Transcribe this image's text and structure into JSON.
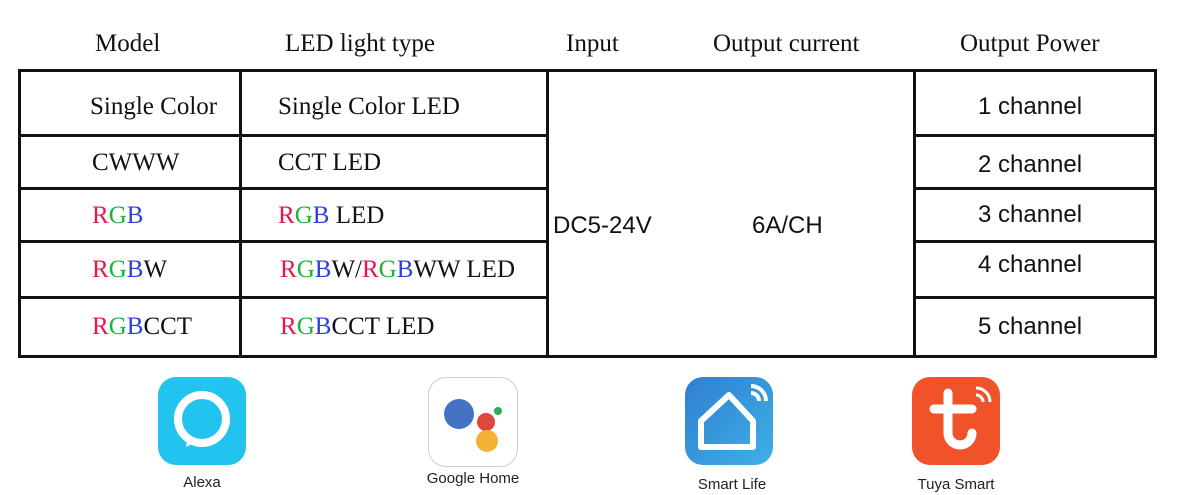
{
  "headers": [
    "Model",
    "LED light type",
    "Input",
    "Output current",
    "Output Power"
  ],
  "rows": [
    {
      "model": [
        {
          "t": "Single Color",
          "c": ""
        }
      ],
      "type": [
        {
          "t": "Single Color LED",
          "c": ""
        }
      ],
      "power": "1 channel"
    },
    {
      "model": [
        {
          "t": "CWWW",
          "c": ""
        }
      ],
      "type": [
        {
          "t": "CCT LED",
          "c": ""
        }
      ],
      "power": "2 channel"
    },
    {
      "model": [
        {
          "t": "R",
          "c": "r"
        },
        {
          "t": "G",
          "c": "g"
        },
        {
          "t": "B",
          "c": "b"
        }
      ],
      "type": [
        {
          "t": "R",
          "c": "r"
        },
        {
          "t": "G",
          "c": "g"
        },
        {
          "t": "B",
          "c": "b"
        },
        {
          "t": " LED",
          "c": ""
        }
      ],
      "power": "3 channel"
    },
    {
      "model": [
        {
          "t": "R",
          "c": "r"
        },
        {
          "t": "G",
          "c": "g"
        },
        {
          "t": "B",
          "c": "b"
        },
        {
          "t": "W",
          "c": ""
        }
      ],
      "type": [
        {
          "t": "R",
          "c": "r"
        },
        {
          "t": "G",
          "c": "g"
        },
        {
          "t": "B",
          "c": "b"
        },
        {
          "t": "W/",
          "c": ""
        },
        {
          "t": "R",
          "c": "r"
        },
        {
          "t": "G",
          "c": "g"
        },
        {
          "t": "B",
          "c": "b"
        },
        {
          "t": "WW LED",
          "c": ""
        }
      ],
      "power": "4 channel"
    },
    {
      "model": [
        {
          "t": "R",
          "c": "r"
        },
        {
          "t": "G",
          "c": "g"
        },
        {
          "t": "B",
          "c": "b"
        },
        {
          "t": "CCT",
          "c": ""
        }
      ],
      "type": [
        {
          "t": "R",
          "c": "r"
        },
        {
          "t": "G",
          "c": "g"
        },
        {
          "t": "B",
          "c": "b"
        },
        {
          "t": "CCT LED",
          "c": ""
        }
      ],
      "power": "5 channel"
    }
  ],
  "input": "DC5-24V",
  "output_current": "6A/CH",
  "apps": [
    {
      "name": "Alexa",
      "color": "#22c3ee"
    },
    {
      "name": "Google Home",
      "color": "#ffffff"
    },
    {
      "name": "Smart Life",
      "color": "#2f8fd8"
    },
    {
      "name": "Tuya Smart",
      "color": "#f0532a"
    }
  ]
}
